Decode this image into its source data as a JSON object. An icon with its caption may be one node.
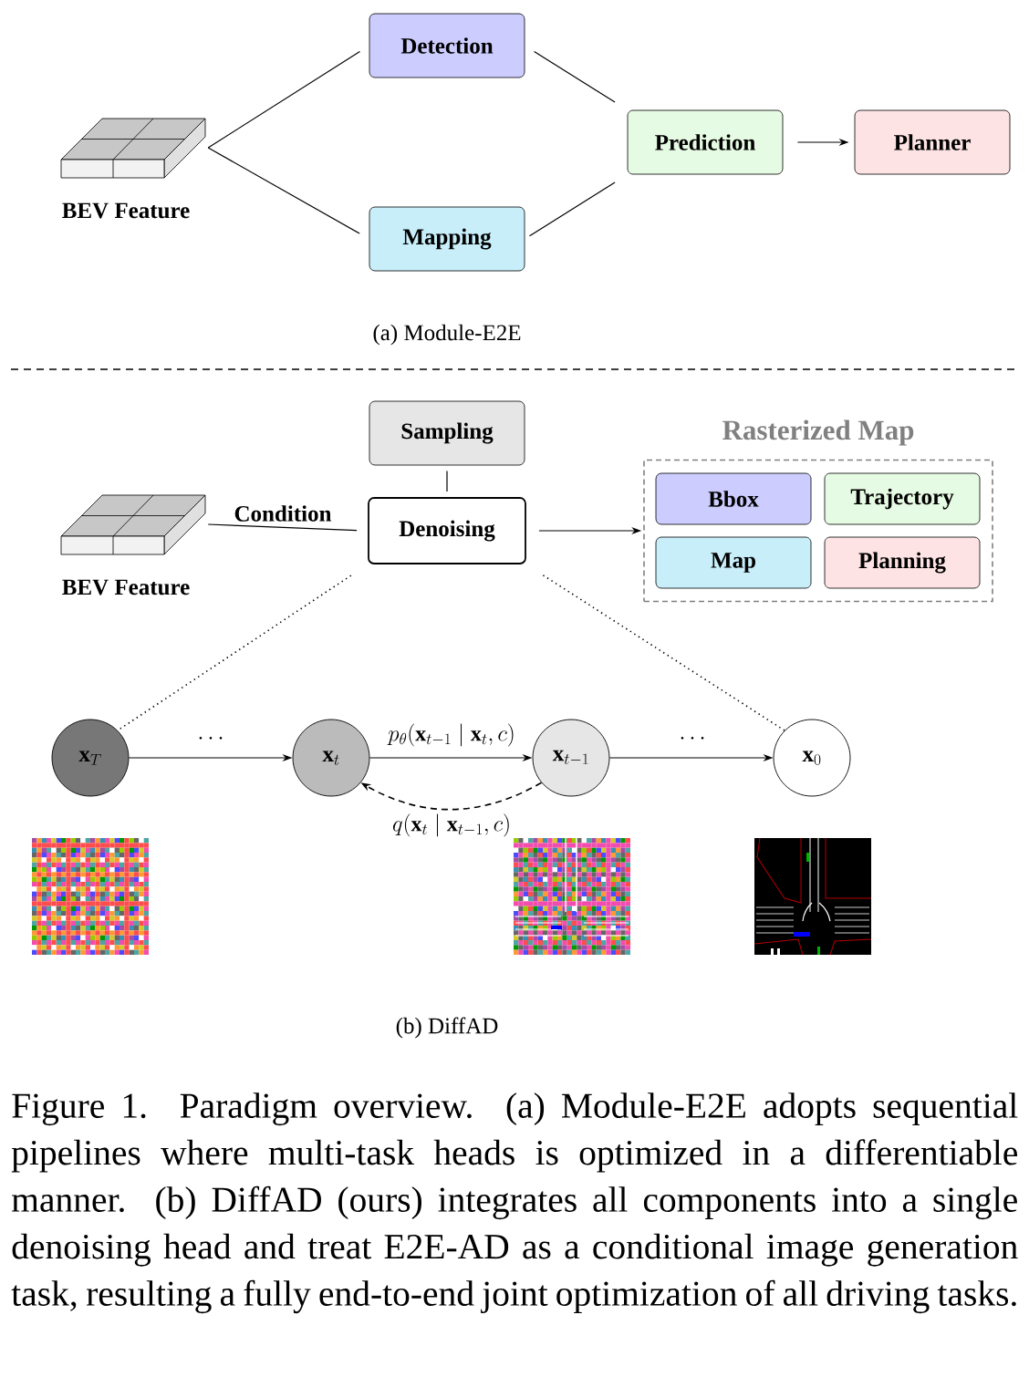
{
  "diagram": {
    "caption": "Figure 1. Paradigm overview. (a) Module-E2E adopts sequential pipelines where multi-task heads is optimized in a differentiable manner. (b) DiffAD (ours) integrates all components into a single denoising head and treat E2E-AD as a conditional image generation task, resulting a fully end-to-end joint optimization of all driving tasks.",
    "nodes": [
      {
        "text": [],
        "shape": "picture",
        "beside": [
          "BEV Feature"
        ]
      },
      {
        "text": [
          "Detection"
        ]
      },
      {
        "text": [
          "Mapping"
        ]
      },
      {
        "text": [
          "Prediction"
        ]
      },
      {
        "text": [
          "Planner"
        ]
      },
      {
        "text": [],
        "shape": "picture",
        "beside": [
          "BEV Feature"
        ]
      },
      {
        "text": [
          "Sampling"
        ]
      },
      {
        "text": [
          "Denoising"
        ]
      },
      {
        "text": [
          "Rasterized Map"
        ]
      },
      {
        "text": [
          "Bbox"
        ],
        "in": 8
      },
      {
        "text": [
          "Trajectory"
        ],
        "in": 8
      },
      {
        "text": [
          "Map"
        ],
        "in": 8
      },
      {
        "text": [
          "Planning"
        ],
        "in": 8
      },
      {
        "text": [
          "\\mathbf{x}_T"
        ]
      },
      {
        "text": [
          "\\mathbf{x}_t"
        ]
      },
      {
        "text": [
          "\\mathbf{x}_{t-1}"
        ]
      },
      {
        "text": [
          "\\mathbf{x}_0"
        ]
      }
    ],
    "edges": [
      {
        "from": 0,
        "to": 1,
        "arrow": "none"
      },
      {
        "from": 0,
        "to": 2,
        "arrow": "none"
      },
      {
        "from": 1,
        "to": 3,
        "arrow": "none"
      },
      {
        "from": 2,
        "to": 3,
        "arrow": "none"
      },
      {
        "from": 3,
        "to": 4,
        "arrow": "to"
      },
      {
        "from": 5,
        "to": 7,
        "arrow": "none",
        "label": "Condition"
      },
      {
        "from": 6,
        "to": 7,
        "arrow": "none"
      },
      {
        "from": 7,
        "to": 8,
        "arrow": "to"
      },
      {
        "from": 7,
        "to": 13,
        "arrow": "none",
        "style": "dashed"
      },
      {
        "from": 7,
        "to": 16,
        "arrow": "none",
        "style": "dashed"
      },
      {
        "from": 13,
        "to": 14,
        "arrow": "to",
        "label": "\\cdots"
      },
      {
        "from": 14,
        "to": 15,
        "arrow": "to",
        "label": "p_\\theta(\\mathbf{x}_{t-1} \\mid \\mathbf{x}_t, c)"
      },
      {
        "from": 15,
        "to": 14,
        "arrow": "to",
        "style": "dashed",
        "label": "q(\\mathbf{x}_t \\mid \\mathbf{x}_{t-1}, c)"
      },
      {
        "from": 15,
        "to": 16,
        "arrow": "to",
        "label": "\\cdots"
      }
    ],
    "labels": [
      "(a) Module-E2E",
      "(b) DiffAD"
    ]
  }
}
